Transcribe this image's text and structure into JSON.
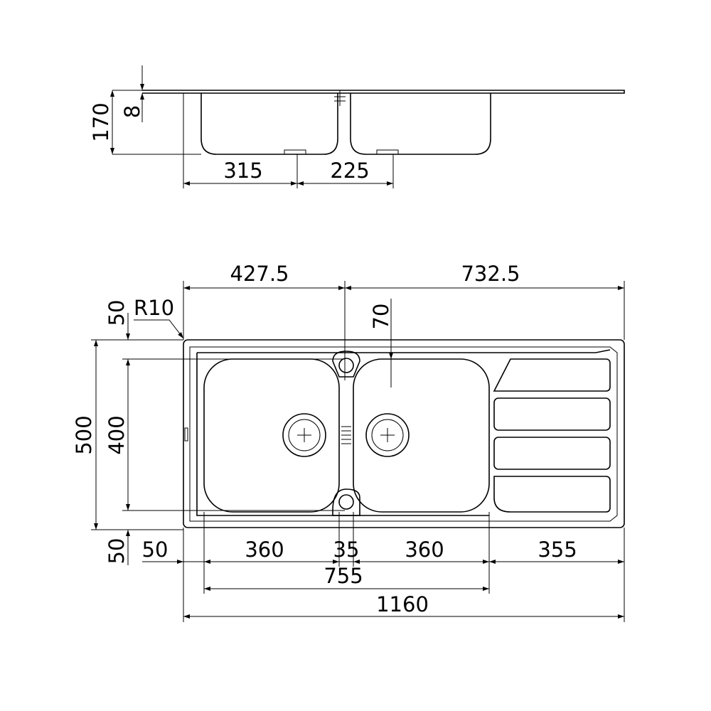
{
  "colors": {
    "line": "#000000",
    "background": "#ffffff"
  },
  "side_view": {
    "height": "170",
    "rim": "8",
    "bowl1_drain_offset": "315",
    "bowl2_drain_offset": "225"
  },
  "plan_view": {
    "left_width": "427.5",
    "right_width": "732.5",
    "drain_offset": "70",
    "radius": "R10",
    "top_margin": "50",
    "bottom_margin": "50",
    "total_depth": "500",
    "bowl_depth": "400",
    "left_margin": "50",
    "bowl1_width": "360",
    "divider": "35",
    "bowl2_width": "360",
    "drainer": "355",
    "bowls_total": "755",
    "total_width": "1160"
  }
}
